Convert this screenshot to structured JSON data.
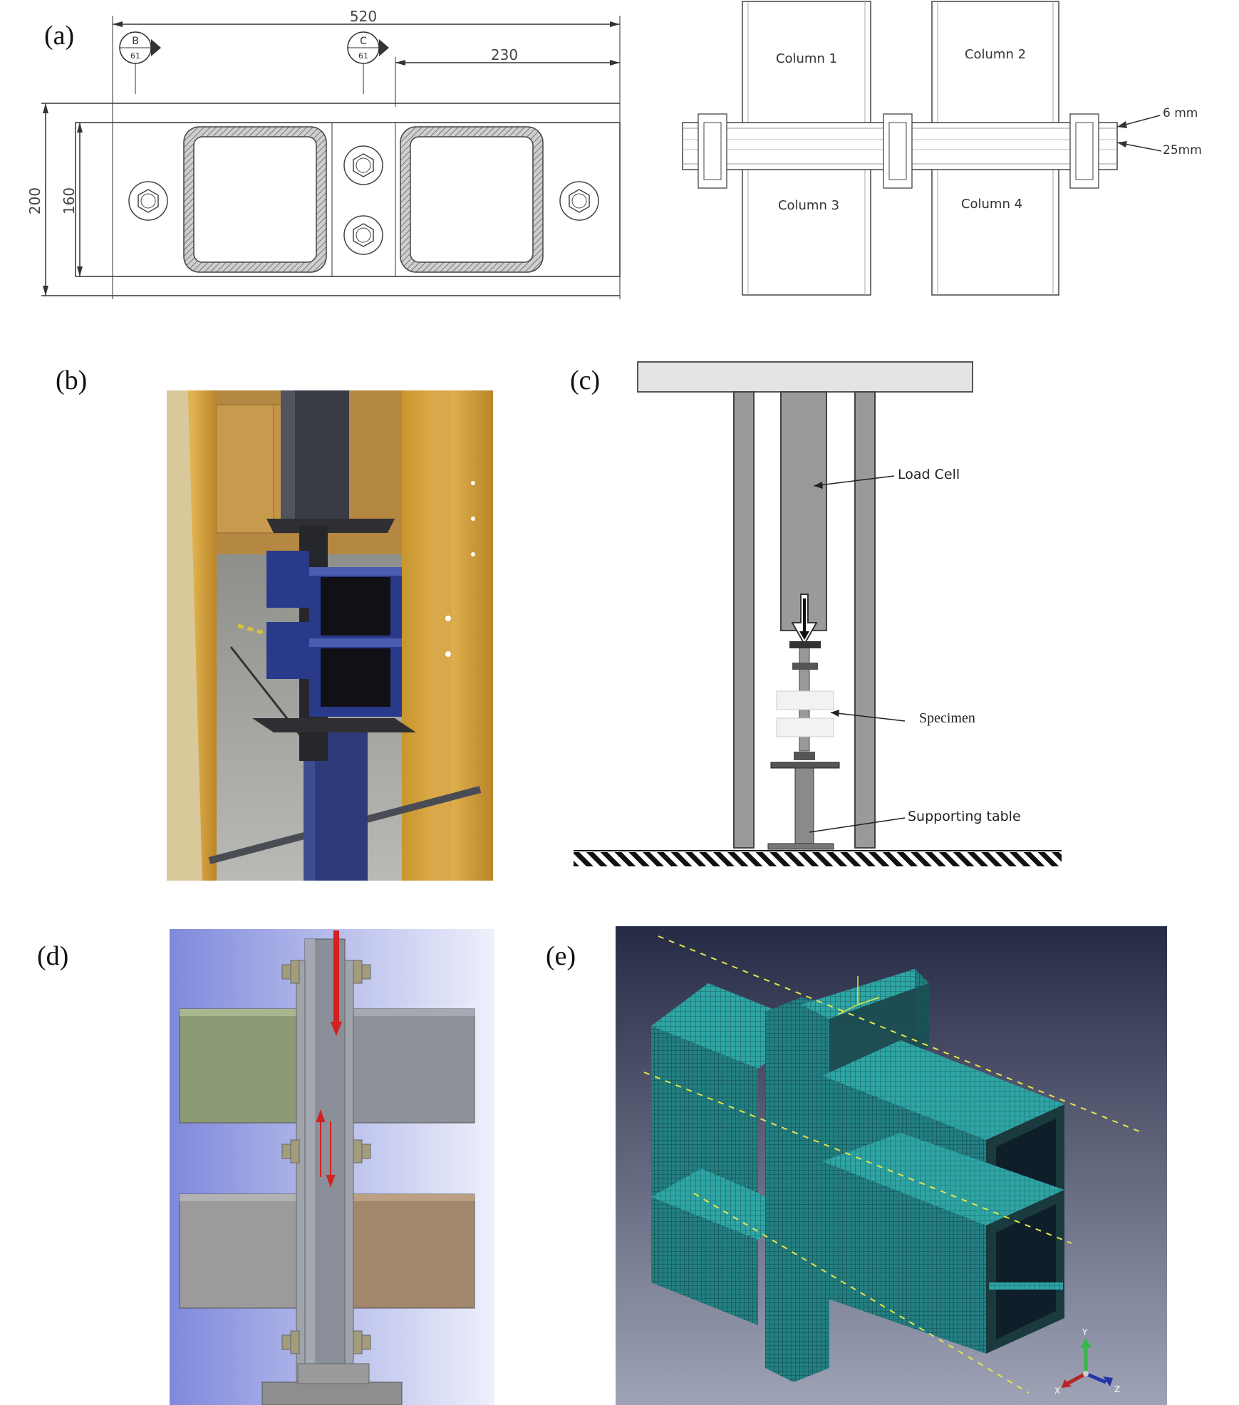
{
  "panels": {
    "a": {
      "label": "(a)",
      "dims": {
        "total": "520",
        "right": "230",
        "height_outer": "200",
        "height_inner": "160"
      },
      "section_marks": [
        {
          "letter": "B",
          "sheet": "61"
        },
        {
          "letter": "C",
          "sheet": "61"
        }
      ],
      "columns": [
        "Column 1",
        "Column 2",
        "Column 3",
        "Column 4"
      ],
      "thickness_labels": [
        "6 mm",
        "25mm"
      ]
    },
    "b": {
      "label": "(b)"
    },
    "c": {
      "label": "(c)",
      "annotations": [
        "Load Cell",
        "Specimen",
        "Supporting table"
      ]
    },
    "d": {
      "label": "(d)"
    },
    "e": {
      "label": "(e)",
      "axis_labels": {
        "y": "Y",
        "x": "X",
        "z": "Z"
      }
    }
  },
  "colors": {
    "hatch": "#b5b5b5",
    "cad_bg": "#8a94e0",
    "mesh": "#2f9aa0",
    "fe_bg": "#2a3050",
    "arrow": "#d32020"
  }
}
